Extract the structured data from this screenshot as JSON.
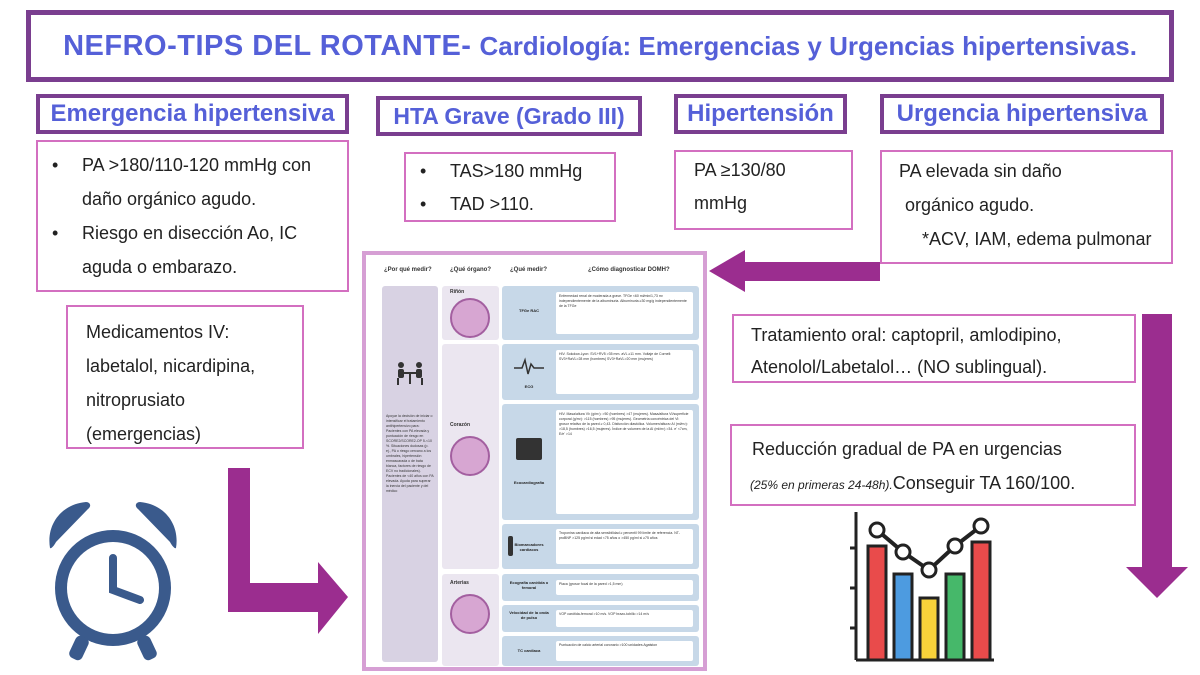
{
  "title": {
    "main": "NEFRO-TIPS DEL ROTANTE-",
    "sub": "Cardiología: Emergencias y Urgencias hipertensivas."
  },
  "headers": {
    "emergencia": "Emergencia hipertensiva",
    "hta_grave": "HTA Grave (Grado III)",
    "hipertension": "Hipertensión",
    "urgencia": "Urgencia hipertensiva"
  },
  "emergencia_box": {
    "items": [
      "PA >180/110-120 mmHg con daño orgánico agudo.",
      "Riesgo en disección Ao, IC aguda o embarazo."
    ]
  },
  "hta_grave_box": {
    "items": [
      "TAS>180 mmHg",
      "TAD >110."
    ]
  },
  "hipertension_box": {
    "text": "PA ≥130/80 mmHg"
  },
  "urgencia_box": {
    "line1": "PA elevada sin daño",
    "line2": "orgánico agudo.",
    "line3": "*ACV, IAM, edema pulmonar"
  },
  "medicamentos_box": {
    "line1": "Medicamentos IV:",
    "line2": "labetalol, nicardipina,",
    "line3": "nitroprusiato",
    "line4": "(emergencias)"
  },
  "tratamiento_box": {
    "line1": "Tratamiento oral: captopril, amlodipino,",
    "line2": "Atenolol/Labetalol… (NO sublingual)."
  },
  "reduccion_box": {
    "line1": "Reducción gradual de PA en urgencias",
    "small": "(25% en primeras 24-48h).",
    "line2": "Conseguir TA 160/100."
  },
  "infographic": {
    "col1": "¿Por qué medir?",
    "col2": "¿Qué órgano?",
    "col3": "¿Qué medir?",
    "col4": "¿Cómo diagnosticar DOMH?",
    "left_text": "Apoyar la decisión de iniciar o intensificar el tratamiento antihipertensivo para: Pacientes con PA elevada y puntuación de riesgo en SCORE2/SCORE2-OP 5-<10 %. Situaciones dudosas (p. ej., PA o riesgo cercano a los umbrales, hipertensión enmascarada o de bata blanca, factores de riesgo de ECV no tradicionales). Pacientes de <40 años con PA elevada. Ayuda para superar la inercia del paciente y del médico",
    "organs": [
      "Riñón",
      "Corazón",
      "Arterias"
    ],
    "rows": [
      {
        "label": "TFGe RAC",
        "desc": "Enfermedad renal de moderada a grave. TFGe <60 ml/min/1,73 m² independientemente de la albuminuria. Albuminuria ≥30 mg/g independientemente de la TFGe"
      },
      {
        "label": "ECG",
        "desc": "HIV. Sokolow-Lyon: SV1+RV5 >35 mm. aVL ≥11 mm. Voltaje de Cornell: SV3+RaVL>28 mm (hombres) SV3+RaVL>20 mm (mujeres)"
      },
      {
        "label": "Ecocardiografía",
        "desc": "HIV. Masa/altura VI² (g/m²): >50 (hombres) >47 (mujeres). Masa/altura VI/superficie corporal (g/m²): >115 (hombres) >95 (mujeres). Geometría concéntrica del VI: grosor relativo de la pared ≥ 0,43. Disfunción diastólica. Volumen/altura² AI (ml/m²): >18,5 (hombres) >16,5 (mujeres). Índice de volumen de la AI (ml/m²) >34. e' <7cm, E/e' >14"
      },
      {
        "label": "Biomarcadores cardiacos",
        "desc": "Troponina cardiaca de alta sensibilidad ≥ percentil 99 límite de referencia. NT-proBNP >125 pg/ml si edad <75 años o >450 pg/ml si ≥75 años"
      },
      {
        "label": "Ecografía carótida o femoral",
        "desc": "Placa (grosor focal de la pared >1,5 mm)"
      },
      {
        "label": "Velocidad de la onda de pulso",
        "desc": "VOP carótida-femoral >10 m/s. VOP brazo-tobillo >14 m/s"
      },
      {
        "label": "TC cardiaca",
        "desc": "Puntuación de calcio arterial coronario >100 unidades Agatston"
      }
    ]
  },
  "colors": {
    "title_text": "#5560d8",
    "frame": "#7a3e8f",
    "box_border": "#d36fc0",
    "arrow": "#9b2d8f",
    "clock": "#3a5a8c"
  },
  "icons": [
    "alarm-clock-icon",
    "bar-line-chart-icon"
  ]
}
